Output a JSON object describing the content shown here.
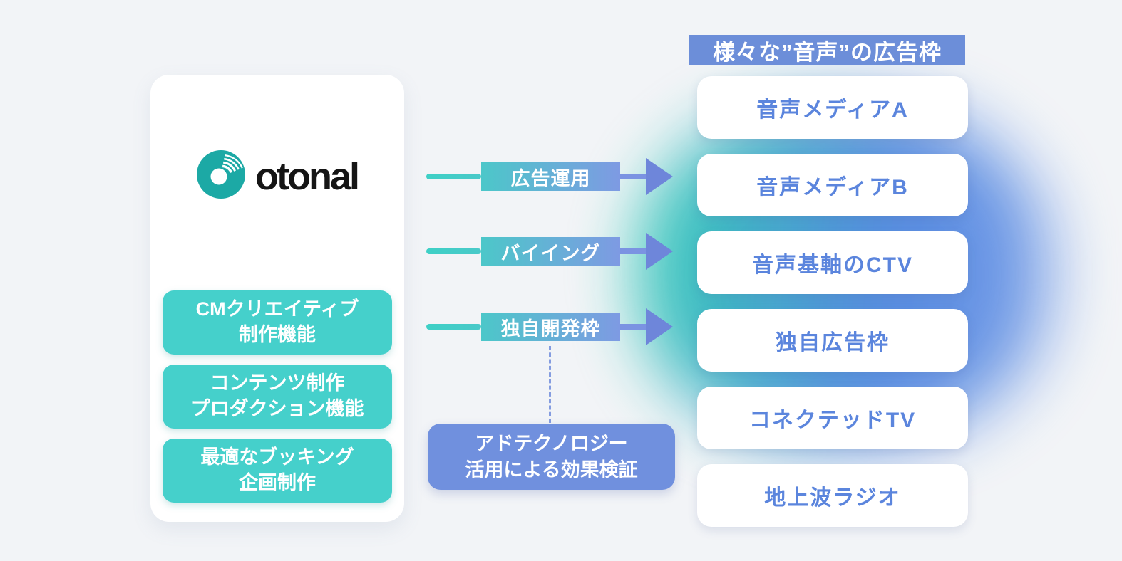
{
  "brand": {
    "logo_text": "otonal",
    "logo_icon": "otonal-record-soundwave-icon"
  },
  "left_card": {
    "features": [
      {
        "line1": "CMクリエイティブ",
        "line2": "制作機能"
      },
      {
        "line1": "コンテンツ制作",
        "line2": "プロダクション機能"
      },
      {
        "line1": "最適なブッキング",
        "line2": "企画制作"
      }
    ]
  },
  "flows": [
    {
      "label": "広告運用"
    },
    {
      "label": "バイイング"
    },
    {
      "label": "独自開発枠"
    }
  ],
  "adtech_box": {
    "line1": "アドテクノロジー",
    "line2": "活用による効果検証"
  },
  "right_column": {
    "header": "様々な”音声”の広告枠",
    "slots": [
      "音声メディアA",
      "音声メディアB",
      "音声基軸のCTV",
      "独自広告枠",
      "コネクテッドTV",
      "地上波ラジオ"
    ]
  },
  "colors": {
    "page_background": "#f2f4f7",
    "teal_accent": "#45d0cb",
    "logo_teal": "#1ca9a5",
    "arrow_gradient_start": "#3ed0c6",
    "arrow_gradient_end": "#7e9ae3",
    "arrow_head_blue": "#6e86da",
    "adtech_blue": "#7090de",
    "header_blue": "#6c8ed9",
    "slot_text_blue": "#5b85dd",
    "glow_teal": "#2cc8b6",
    "glow_blue": "#4f86e0"
  }
}
